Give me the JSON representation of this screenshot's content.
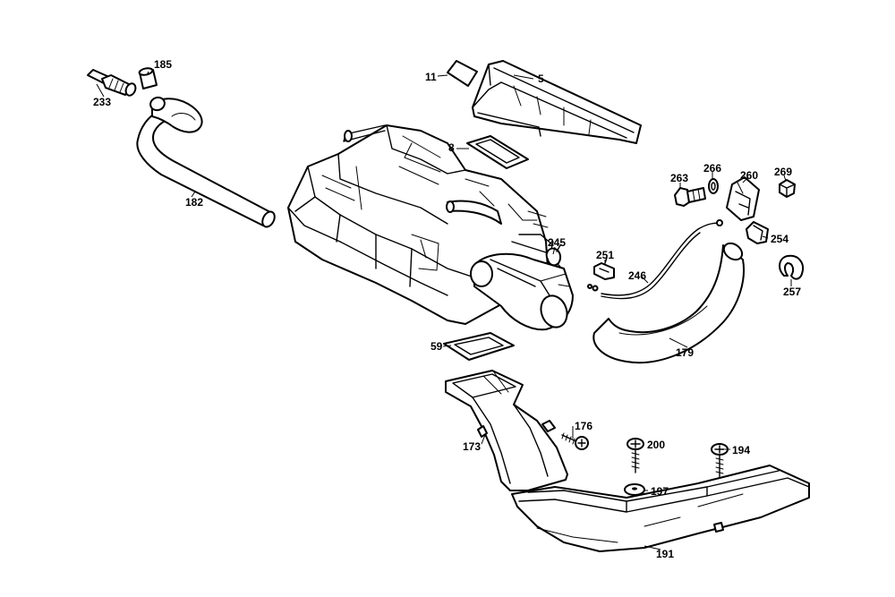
{
  "callouts": {
    "p5": "5",
    "p8": "8",
    "p11": "11",
    "p59": "59",
    "p173": "173",
    "p176": "176",
    "p179": "179",
    "p182": "182",
    "p185": "185",
    "p191": "191",
    "p194": "194",
    "p197": "197",
    "p200": "200",
    "p233": "233",
    "p245": "245",
    "p246": "246",
    "p251": "251",
    "p254": "254",
    "p257": "257",
    "p260": "260",
    "p263": "263",
    "p266": "266",
    "p269": "269"
  }
}
